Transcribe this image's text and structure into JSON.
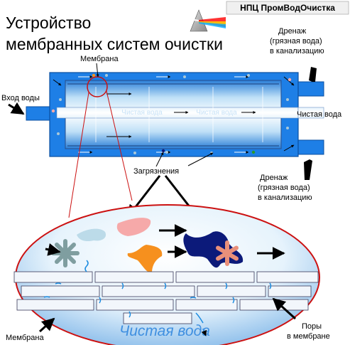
{
  "company_badge": "НПЦ ПромВодОчистка",
  "title_line1": "Устройство",
  "title_line2": "мембранных систем очистки",
  "labels": {
    "membrane_top": "Мембрана",
    "water_inlet": "Вход воды",
    "drain_top_1": "Дренаж",
    "drain_top_2": "(грязная вода)",
    "drain_top_3": "в канализацию",
    "clean_water": "Чистая вода",
    "drain_bottom_1": "Дренаж",
    "drain_bottom_2": "(грязная вода)",
    "drain_bottom_3": "в канализацию",
    "contaminants": "Загрязнения",
    "membrane_bottom": "Мембрана",
    "pores_1": "Поры",
    "pores_2": "в мембране",
    "clean_water_big": "Чистая вода",
    "tube_text_a": "Чистая вода",
    "tube_text_b": "Чистая вода"
  },
  "colors": {
    "housing_blue": "#1e7fe6",
    "tube_light": "#cfe6f8",
    "ellipse_red": "#cc1111",
    "clean_water_text": "#3f8fe0",
    "pink_blob": "#f6a9a9",
    "orange_blob": "#f6901e",
    "navy_blob": "#0c1a7a"
  }
}
